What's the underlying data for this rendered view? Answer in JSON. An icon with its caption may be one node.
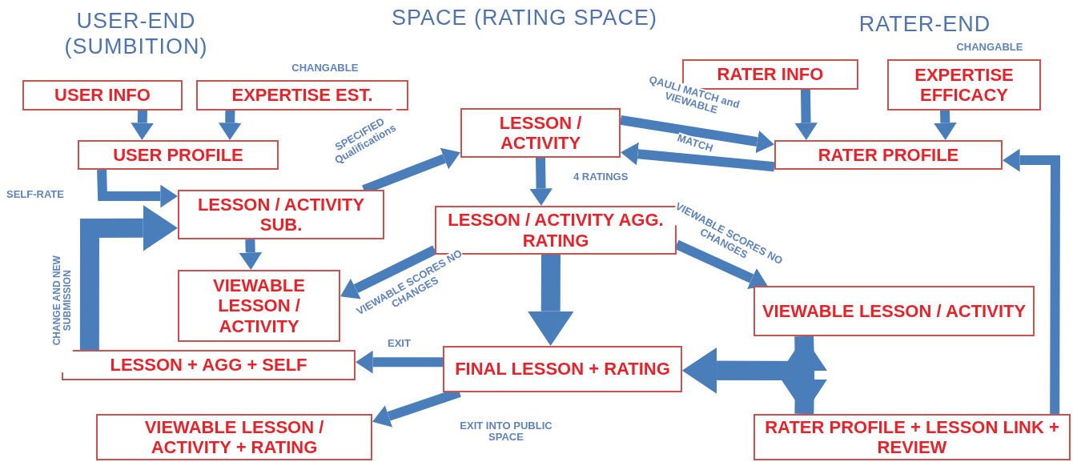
{
  "diagram": {
    "nodes": [
      {
        "text": [
          "USER INFO"
        ]
      },
      {
        "text": [
          "EXPERTISE EST."
        ],
        "beside": [
          "CHANGABLE"
        ]
      },
      {
        "text": [
          "USER PROFILE"
        ]
      },
      {
        "text": [
          "LESSON / ACTIVITY SUB."
        ]
      },
      {
        "text": [
          "VIEWABLE LESSON / ACTIVITY"
        ]
      },
      {
        "text": [
          "LESSON + AGG + SELF"
        ]
      },
      {
        "text": [
          "VIEWABLE LESSON / ACTIVITY + RATING"
        ]
      },
      {
        "text": [
          "LESSON / ACTIVITY"
        ]
      },
      {
        "text": [
          "LESSON / ACTIVITY AGG. RATING"
        ]
      },
      {
        "text": [
          "FINAL LESSON + RATING"
        ]
      },
      {
        "text": [
          "RATER INFO"
        ]
      },
      {
        "text": [
          "EXPERTISE EFFICACY"
        ],
        "beside": [
          "CHANGABLE"
        ]
      },
      {
        "text": [
          "RATER PROFILE"
        ]
      },
      {
        "text": [
          "VIEWABLE LESSON / ACTIVITY"
        ]
      },
      {
        "text": [
          "RATER PROFILE + LESSON LINK + REVIEW"
        ]
      }
    ],
    "edges": [
      {
        "from": 0,
        "to": 2,
        "arrow": "to"
      },
      {
        "from": 1,
        "to": 2,
        "arrow": "to"
      },
      {
        "from": 2,
        "to": 3,
        "arrow": "to",
        "label": "SELF-RATE"
      },
      {
        "from": 5,
        "to": 3,
        "arrow": "to",
        "label": "CHANGE AND NEW SUBMISSION",
        "style": "thick"
      },
      {
        "from": 3,
        "to": 4,
        "arrow": "to"
      },
      {
        "from": 3,
        "to": 7,
        "arrow": "to",
        "label": "SPECIFIED Qualifications"
      },
      {
        "from": 7,
        "to": 8,
        "arrow": "to",
        "label": "4 RATINGS"
      },
      {
        "from": 8,
        "to": 4,
        "arrow": "to",
        "label": "VIEWABLE SCORES NO CHANGES"
      },
      {
        "from": 8,
        "to": 9,
        "arrow": "to",
        "style": "thick"
      },
      {
        "from": 8,
        "to": 13,
        "arrow": "to",
        "label": "VIEWABLE SCORES NO CHANGES"
      },
      {
        "from": 9,
        "to": 5,
        "arrow": "to",
        "label": "EXIT"
      },
      {
        "from": 9,
        "to": 6,
        "arrow": "to",
        "label": "EXIT INTO PUBLIC SPACE"
      },
      {
        "from": 7,
        "to": 12,
        "arrow": "to",
        "label": "QAULI MATCH and VIEWABLE"
      },
      {
        "from": 12,
        "to": 7,
        "arrow": "to",
        "label": "MATCH"
      },
      {
        "from": 10,
        "to": 12,
        "arrow": "to"
      },
      {
        "from": 11,
        "to": 12,
        "arrow": "to"
      },
      {
        "from": 14,
        "to": 12,
        "arrow": "to"
      },
      {
        "from": 13,
        "to": 14,
        "arrow": "both",
        "style": "thick"
      },
      {
        "from": 13,
        "to": 9,
        "arrow": "to",
        "style": "thick"
      },
      {
        "from": 14,
        "to": 9,
        "arrow": "to",
        "style": "thick"
      }
    ],
    "labels": [
      "USER-END (SUMBITION)",
      "SPACE (RATING SPACE)",
      "RATER-END"
    ]
  }
}
